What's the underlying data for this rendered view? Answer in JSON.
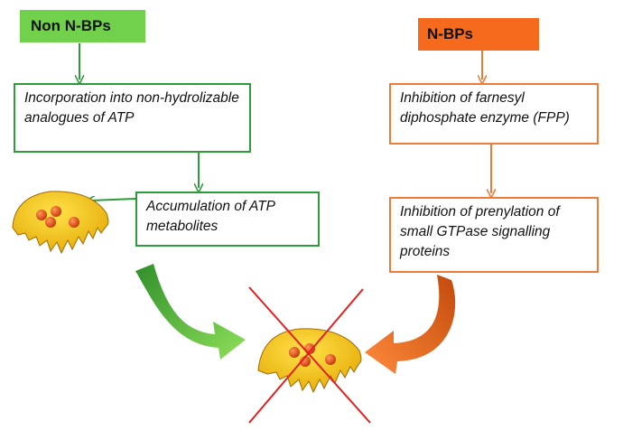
{
  "headers": {
    "left": "Non N-BPs",
    "right": "N-BPs"
  },
  "boxes": {
    "left_1": "Incorporation into non-hydrolizable analogues of ATP",
    "left_2": "Accumulation of ATP metabolites",
    "right_1": "Inhibition of farnesyl diphosphate enzyme (FPP)",
    "right_2": "Inhibition of prenylation of small GTPase signalling proteins"
  },
  "colors": {
    "green_header": "#72d14c",
    "green_border": "#2e9b3a",
    "orange_header": "#f56a1c",
    "orange_border": "#ee7b38",
    "cell_body": "#f5c400",
    "cell_dots": "#e8461c",
    "cross": "#e02020"
  },
  "icons": [
    "osteoclast-cell-icon",
    "inhibited-osteoclast-cell-icon",
    "red-cross-icon",
    "curved-arrow-icon"
  ]
}
